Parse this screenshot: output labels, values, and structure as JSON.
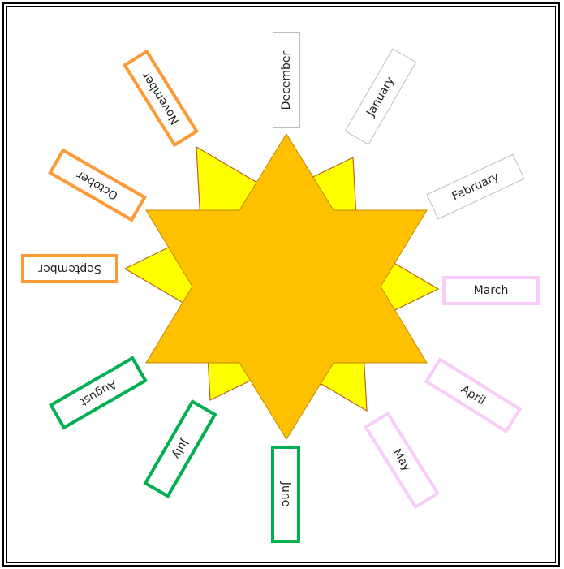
{
  "colors": {
    "star_front": "#ffc000",
    "star_back": "#ffff00",
    "star_stroke": "#b5651d",
    "winter": "#bfbfbf",
    "spring": "#f9ccfb",
    "summer": "#00b050",
    "autumn": "#ff9933"
  },
  "months": [
    {
      "label": "December",
      "season": "winter"
    },
    {
      "label": "January",
      "season": "winter"
    },
    {
      "label": "February",
      "season": "winter"
    },
    {
      "label": "March",
      "season": "spring"
    },
    {
      "label": "April",
      "season": "spring"
    },
    {
      "label": "May",
      "season": "spring"
    },
    {
      "label": "June",
      "season": "summer"
    },
    {
      "label": "July",
      "season": "summer"
    },
    {
      "label": "August",
      "season": "summer"
    },
    {
      "label": "September",
      "season": "autumn"
    },
    {
      "label": "October",
      "season": "autumn"
    },
    {
      "label": "November",
      "season": "autumn"
    }
  ]
}
